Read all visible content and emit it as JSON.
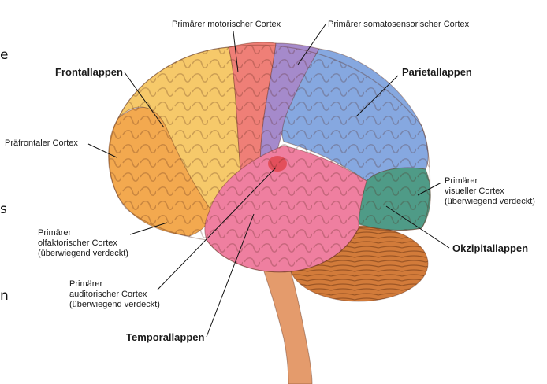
{
  "edge_fragments": [
    "e",
    "s",
    "n"
  ],
  "labels": {
    "motor_cortex": "Primärer motorischer Cortex",
    "somatosensory_cortex": "Primärer somatosensorischer Cortex",
    "frontal_lobe": "Frontallappen",
    "parietal_lobe": "Parietallappen",
    "prefrontal_cortex": "Präfrontaler Cortex",
    "visual_cortex": "Primärer\nvisueller Cortex\n(überwiegend verdeckt)",
    "olfactory_cortex": "Primärer\nolfaktorischer Cortex\n(überwiegend verdeckt)",
    "occipital_lobe": "Okzipitallappen",
    "auditory_cortex": "Primärer\nauditorischer Cortex\n(überwiegend verdeckt)",
    "temporal_lobe": "Temporallappen"
  },
  "colors": {
    "frontal": "#f6c96a",
    "prefrontal": "#f3a94f",
    "motor": "#ef7f77",
    "somatosensory": "#a58acb",
    "parietal": "#86a8e0",
    "occipital": "#4f9b87",
    "temporal": "#ef7fa0",
    "cerebellum": "#d27b3a",
    "brainstem": "#e49b6c"
  }
}
